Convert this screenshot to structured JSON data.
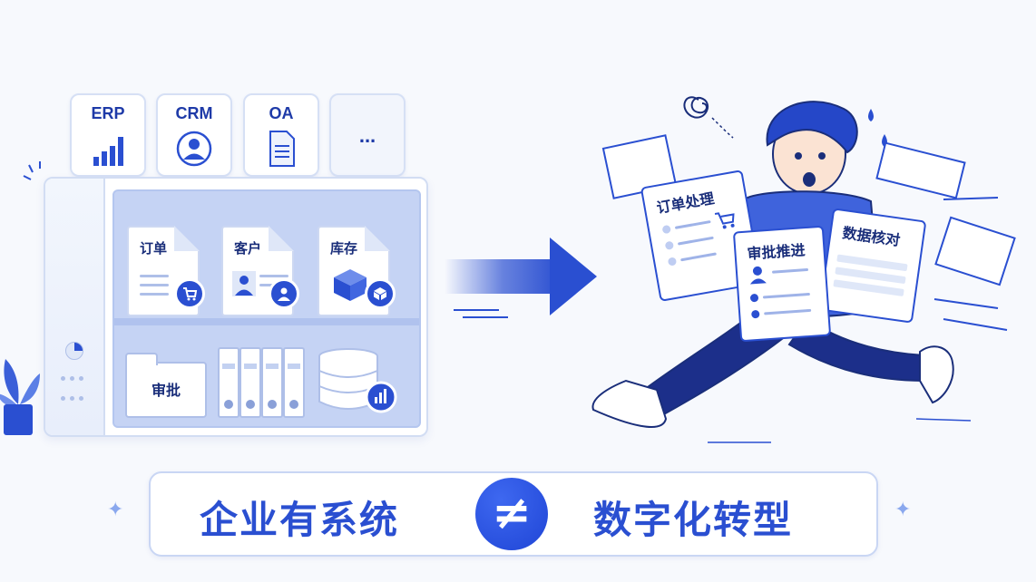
{
  "colors": {
    "accent": "#2a4fd1",
    "navy": "#1a2e7a",
    "light": "#c5d3f4"
  },
  "systems": {
    "tabs": [
      {
        "label": "ERP",
        "icon": "bar-chart-icon"
      },
      {
        "label": "CRM",
        "icon": "user-icon"
      },
      {
        "label": "OA",
        "icon": "document-icon"
      },
      {
        "label": "...",
        "icon": "more-icon"
      }
    ]
  },
  "cabinet": {
    "docs": [
      {
        "title": "订单",
        "icon": "cart-icon"
      },
      {
        "title": "客户",
        "icon": "user-icon"
      },
      {
        "title": "库存",
        "icon": "box-icon"
      }
    ],
    "folder": {
      "label": "审批"
    },
    "database_icon": "database-icon"
  },
  "overwhelmed": {
    "papers": [
      {
        "title": "订单处理"
      },
      {
        "title": "审批推进"
      },
      {
        "title": "数据核对"
      }
    ]
  },
  "banner": {
    "left": "企业有系统",
    "symbol": "≠",
    "right": "数字化转型"
  }
}
